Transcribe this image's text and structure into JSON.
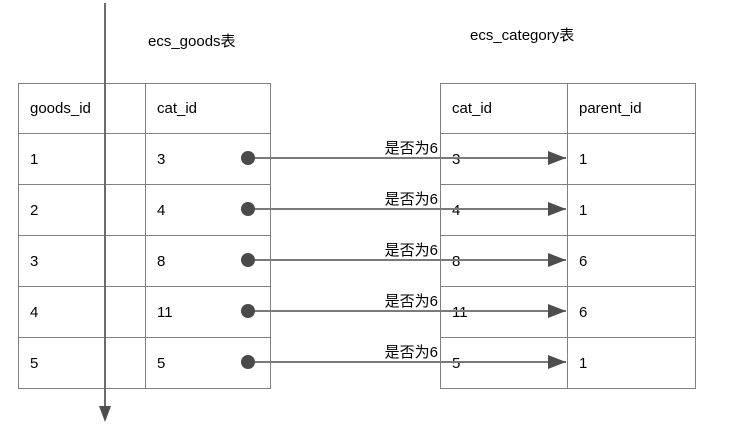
{
  "diagram": {
    "left_table": {
      "title": "ecs_goods表",
      "headers": [
        "goods_id",
        "",
        "cat_id"
      ],
      "rows": [
        [
          "1",
          "",
          "3"
        ],
        [
          "2",
          "",
          "4"
        ],
        [
          "3",
          "",
          "8"
        ],
        [
          "4",
          "",
          "11"
        ],
        [
          "5",
          "",
          "5"
        ]
      ]
    },
    "right_table": {
      "title": "ecs_category表",
      "headers": [
        "cat_id",
        "parent_id"
      ],
      "rows": [
        [
          "3",
          "1"
        ],
        [
          "4",
          "1"
        ],
        [
          "8",
          "6"
        ],
        [
          "11",
          "6"
        ],
        [
          "5",
          "1"
        ]
      ]
    },
    "connectors": [
      {
        "label": "是否为6"
      },
      {
        "label": "是否为6"
      },
      {
        "label": "是否为6"
      },
      {
        "label": "是否为6"
      },
      {
        "label": "是否为6"
      }
    ],
    "colors": {
      "table_border": "#808080",
      "arrow_line": "#7a7a7a",
      "arrow_head": "#4d4d4d",
      "dot": "#4a4a4a",
      "text": "#000000",
      "background": "#ffffff"
    }
  }
}
